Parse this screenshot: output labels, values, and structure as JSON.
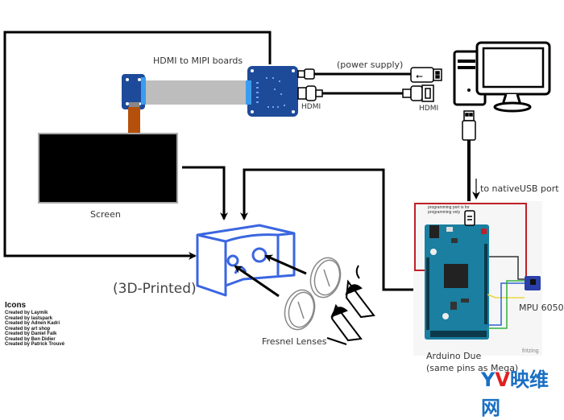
{
  "labels": {
    "hdmi_to_mipi": "HDMI to MIPI boards",
    "power_supply": "(power supply)",
    "hdmi_board": "HDMI",
    "hdmi_pc": "HDMI",
    "screen": "Screen",
    "headset": "(3D-Printed)",
    "lenses": "Fresnel Lenses",
    "native_usb": "to nativeUSB port",
    "programming_note": "programming port is for programming only",
    "mpu": "MPU 6050",
    "arduino_line1": "Arduino Due",
    "arduino_line2": "(same pins as Mega)",
    "fritzing": "fritzing"
  },
  "credits": {
    "title": "Icons",
    "items": [
      "Created by Laymik",
      "Created by lastspark",
      "Created by Adnen Kadri",
      "Created by art shop",
      "Created by Daniel Falk",
      "Created by Ben Didier",
      "Created by Patrick Trouvé"
    ]
  },
  "watermark": {
    "logo_part1": "Y",
    "logo_part2": "V",
    "text": "映维网",
    "color_blue": "#1a6fc4",
    "color_red": "#e02020"
  },
  "colors": {
    "headset_blue": "#3a66e0",
    "board_blue": "#1e4a9a",
    "arduino_teal": "#1a7fa0",
    "wire_red": "#c0202a",
    "wire_yellow": "#e8d840",
    "wire_green": "#30b040",
    "wire_blue": "#3060d0",
    "ribbon_gray": "#bdbdbd",
    "flex_orange": "#b5500c"
  }
}
